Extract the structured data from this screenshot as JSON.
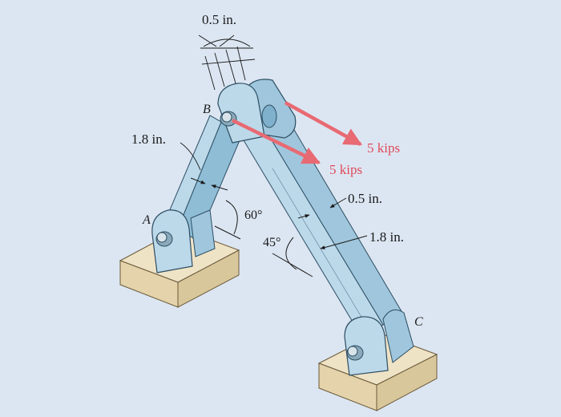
{
  "labels": {
    "point_a": "A",
    "point_b": "B",
    "point_c": "C",
    "top_thickness": "0.5 in.",
    "ab_width": "1.8 in.",
    "angle_60": "60°",
    "angle_45": "45°",
    "bc_thickness": "0.5 in.",
    "bc_width": "1.8 in.",
    "load_upper": "5 kips",
    "load_lower": "5 kips"
  },
  "colors": {
    "background": "#dce6f2",
    "member_light": "#bcd9ea",
    "member_mid": "#9fc6dc",
    "member_dark": "#7fb0cc",
    "outline": "#2d4e63",
    "support_top": "#efe3c6",
    "support_side": "#d9c79c",
    "force_arrow": "#e86a73",
    "force_text": "#e04b5a"
  },
  "icons": {
    "pin_a": "pin-icon",
    "pin_b": "pin-icon",
    "pin_c": "pin-icon"
  }
}
